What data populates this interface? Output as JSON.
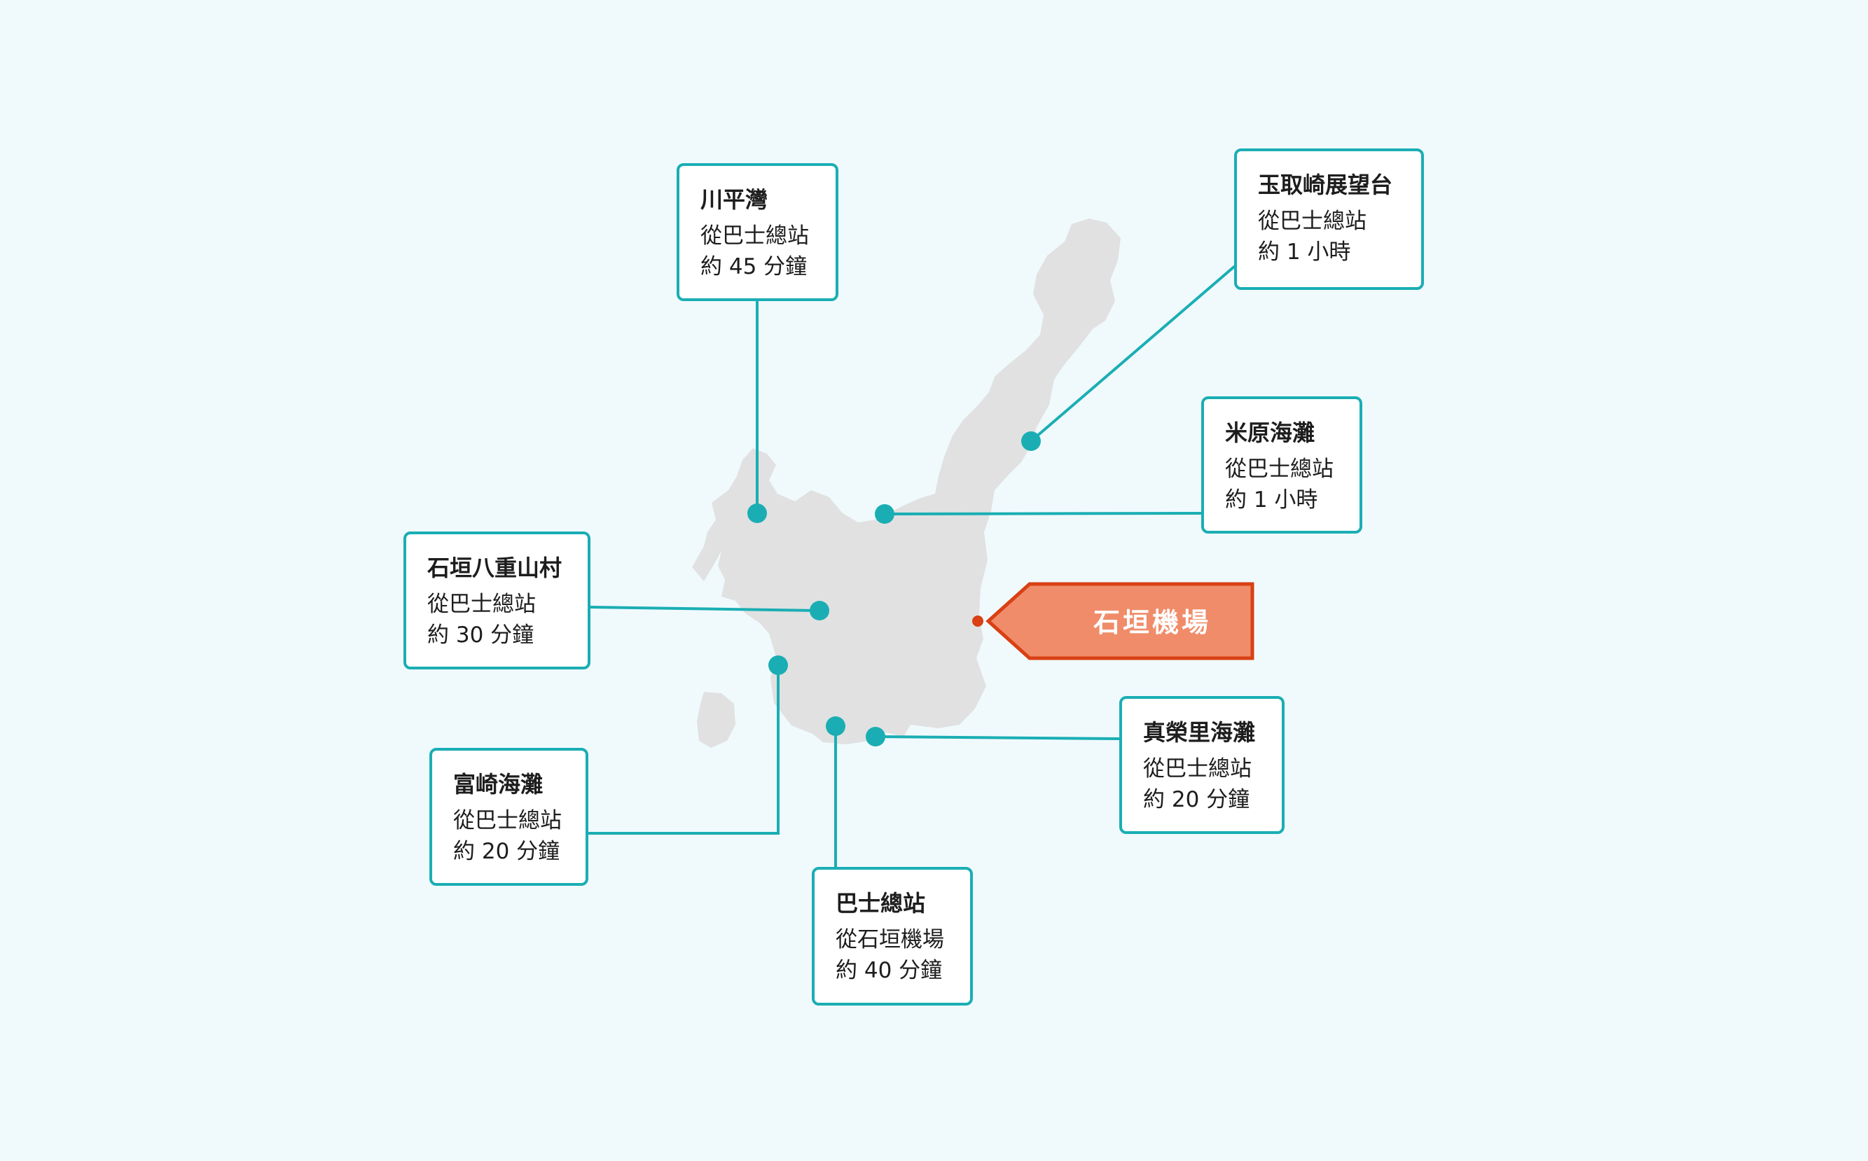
{
  "colors": {
    "background": "#f0fafd",
    "island": "#e1e1e1",
    "accent_teal": "#1aaeb4",
    "airport_fill": "#f08c6a",
    "airport_stroke": "#d94014"
  },
  "airport": {
    "label": "石垣機場"
  },
  "destinations": [
    {
      "id": "kabira",
      "title": "川平灣",
      "line1": "從巴士總站",
      "line2": "約 45 分鐘"
    },
    {
      "id": "tamatorizaki",
      "title": "玉取崎展望台",
      "line1": "從巴士總站",
      "line2": "約 1 小時"
    },
    {
      "id": "yonehara",
      "title": "米原海灘",
      "line1": "從巴士總站",
      "line2": "約 1 小時"
    },
    {
      "id": "yaeyama-village",
      "title": "石垣八重山村",
      "line1": "從巴士總站",
      "line2": "約 30 分鐘"
    },
    {
      "id": "sukuji",
      "title": "富崎海灘",
      "line1": "從巴士總站",
      "line2": "約 20 分鐘"
    },
    {
      "id": "bus-terminal",
      "title": "巴士總站",
      "line1": "從石垣機場",
      "line2": "約 40 分鐘"
    },
    {
      "id": "maezato",
      "title": "真榮里海灘",
      "line1": "從巴士總站",
      "line2": "約 20 分鐘"
    }
  ]
}
